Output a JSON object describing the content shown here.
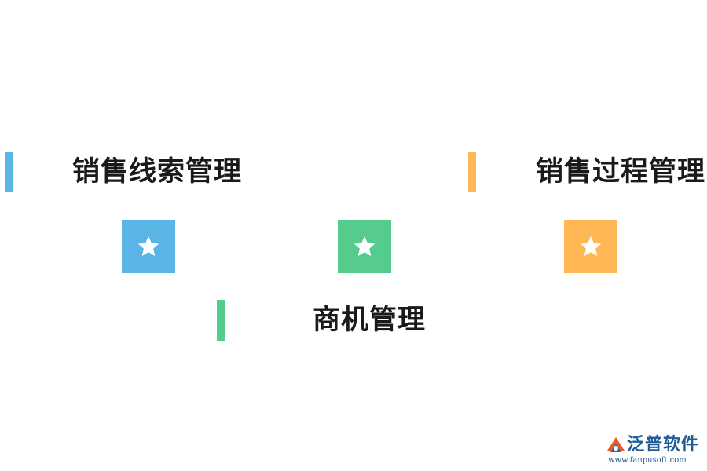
{
  "colors": {
    "blue": "#5ab4e6",
    "green": "#55cc8e",
    "orange": "#ffb655",
    "line": "#d9d9d9"
  },
  "items": [
    {
      "label": "销售线索管理",
      "color": "blue",
      "icon": "star-icon"
    },
    {
      "label": "商机管理",
      "color": "green",
      "icon": "star-icon"
    },
    {
      "label": "销售过程管理",
      "color": "orange",
      "icon": "star-icon"
    }
  ],
  "logo": {
    "name": "泛普软件",
    "url": "www.fanpusoft.com"
  }
}
